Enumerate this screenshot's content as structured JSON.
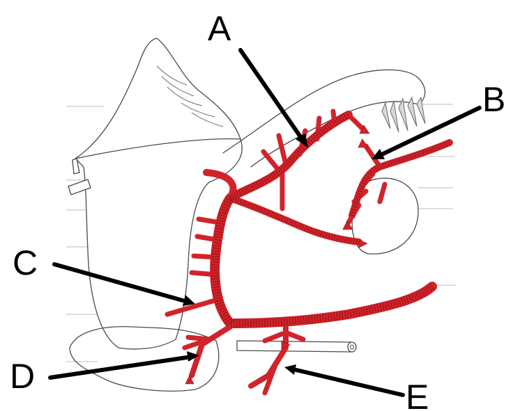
{
  "labels": {
    "a": "A",
    "b": "B",
    "c": "C",
    "d": "D",
    "e": "E"
  },
  "colors": {
    "artery": "#d2232a",
    "artery_hatch": "#7a0d10",
    "outline": "#4a4a4a",
    "pointer": "#000000",
    "background": "#ffffff"
  }
}
